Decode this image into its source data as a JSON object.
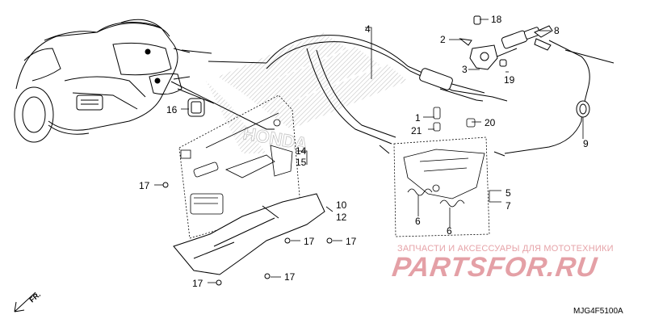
{
  "callouts": {
    "c1": "1",
    "c2": "2",
    "c3": "3",
    "c4": "4",
    "c5": "5",
    "c6a": "6",
    "c6b": "6",
    "c7": "7",
    "c8": "8",
    "c9": "9",
    "c10": "10",
    "c12": "12",
    "c14": "14",
    "c15": "15",
    "c16": "16",
    "c17a": "17",
    "c17b": "17",
    "c17c": "17",
    "c17d": "17",
    "c17e": "17",
    "c18": "18",
    "c19": "19",
    "c20": "20",
    "c21": "21"
  },
  "watermark": {
    "caption": "ЗАПЧАСТИ И АКСЕССУАРЫ ДЛЯ МОТОТЕХНИКИ",
    "logo": "PARTSFOR.RU"
  },
  "diagram_code": "MJG4F5100A",
  "front_marker": "FR.",
  "honda_mark": "HONDA",
  "colors": {
    "line": "#000000",
    "watermark": "#e4a0a6",
    "hatch": "#bdbdbd"
  }
}
